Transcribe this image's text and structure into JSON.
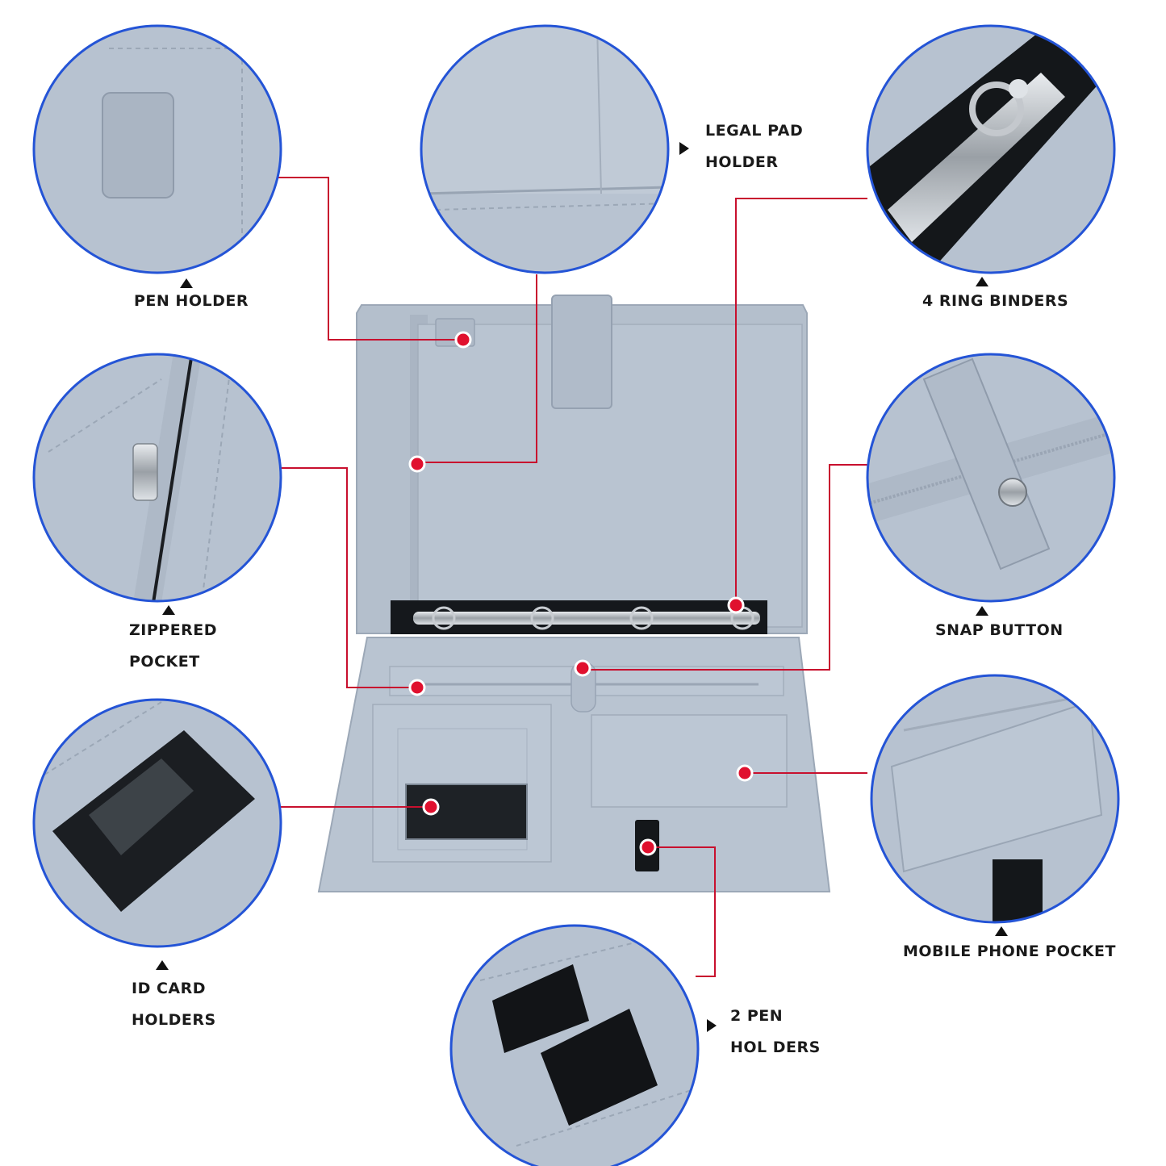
{
  "labels": {
    "pen_holder": "PEN HOLDER",
    "legal_pad_line1": "LEGAL PAD",
    "legal_pad_line2": "HOLDER",
    "ring_binders": "4 RING BINDERS",
    "zippered_line1": "ZIPPERED",
    "zippered_line2": "POCKET",
    "snap_button": "SNAP BUTTON",
    "id_card_line1": "ID CARD",
    "id_card_line2": "HOLDERS",
    "mobile_pocket": "MOBILE PHONE POCKET",
    "two_pen_line1": "2 PEN",
    "two_pen_line2": "HOL DERS"
  },
  "colors": {
    "leather": "#b7c2d0",
    "leather_dark": "#9aa6b6",
    "callout_line": "#c8102e",
    "circle_border": "#2454d6",
    "label_text": "#1b1b1b"
  },
  "icons": {
    "label_marker_up": "triangle-up-icon",
    "label_marker_right": "triangle-right-icon",
    "callout_dot": "red-dot-icon"
  }
}
